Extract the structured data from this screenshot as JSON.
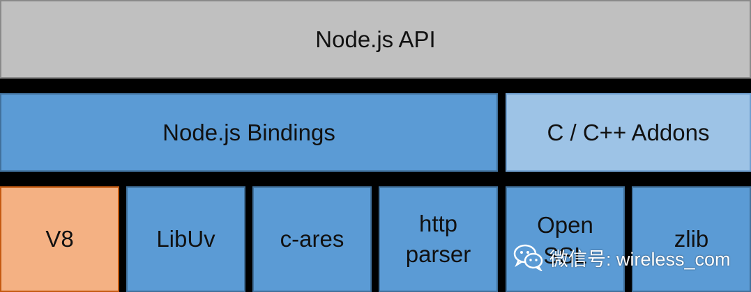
{
  "layers": {
    "api": "Node.js API",
    "bindings": "Node.js Bindings",
    "addons": "C / C++ Addons"
  },
  "components": {
    "v8": "V8",
    "libuv": "LibUv",
    "cares": "c-ares",
    "http_parser": "http\nparser",
    "openssl": "Open\nSSL",
    "zlib": "zlib"
  },
  "watermark": {
    "text": "微信号: wireless_com",
    "icon": "wechat-icon"
  },
  "colors": {
    "api": "#c0c0c0",
    "bindings": "#5b9bd5",
    "addons": "#9dc3e6",
    "v8": "#f4b183",
    "components": "#5b9bd5"
  }
}
